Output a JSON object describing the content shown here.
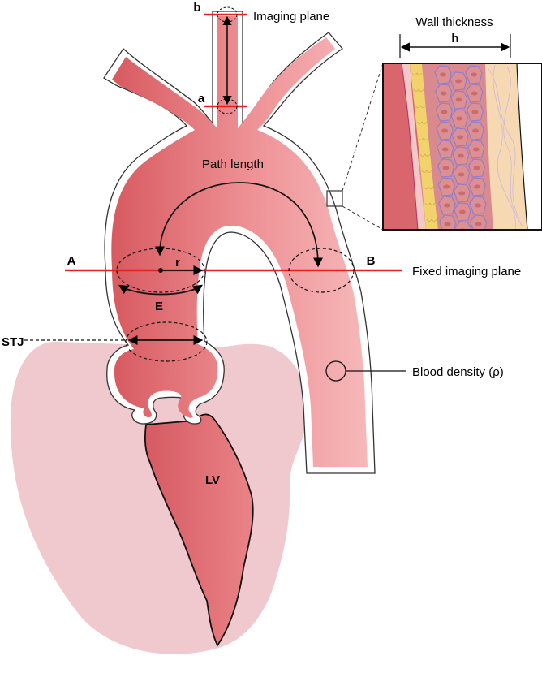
{
  "labels": {
    "imaging_plane": "Imaging plane",
    "plane_b": "b",
    "plane_a": "a",
    "wall_thickness": "Wall thickness",
    "h": "h",
    "path_length": "Path length",
    "point_A": "A",
    "point_B": "B",
    "fixed_imaging_plane": "Fixed imaging plane",
    "r": "r",
    "E": "E",
    "stj": "STJ",
    "blood_density": "Blood density (ρ)",
    "lv": "LV"
  },
  "colors": {
    "heart_background": "#f0c9cf",
    "vessel_dark": "#d75a60",
    "vessel_light": "#f6b4b6",
    "imaging_line": "#e3231f",
    "wall_adventitia": "#f6d9b3",
    "wall_elastic": "#f2d36b",
    "wall_cells": "#d98a8e",
    "cell_border": "#8a7fd0"
  }
}
